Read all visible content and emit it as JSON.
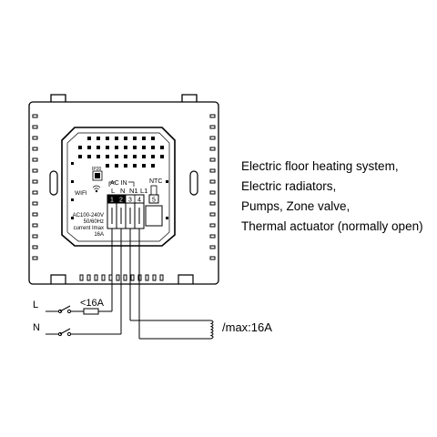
{
  "description_lines": [
    "Electric floor heating system,",
    "Electric radiators,",
    "Pumps, Zone valve,",
    "Thermal actuator (normally open)"
  ],
  "labels": {
    "ip20": "IP20",
    "ac_in": "AC IN",
    "l": "L",
    "n": "N",
    "n1": "N1",
    "l1": "L1",
    "ntc": "NTC",
    "wifi": "WIFI",
    "spec_voltage": "AC100-240V",
    "spec_freq": "50/60Hz",
    "spec_current": "current Imax",
    "spec_amps": "16A",
    "terminal_numbers": [
      "1",
      "2",
      "3",
      "4",
      "5"
    ],
    "wire_l": "L",
    "wire_n": "N",
    "fuse_rating": "<16A",
    "load_rating": "/max:16A"
  }
}
